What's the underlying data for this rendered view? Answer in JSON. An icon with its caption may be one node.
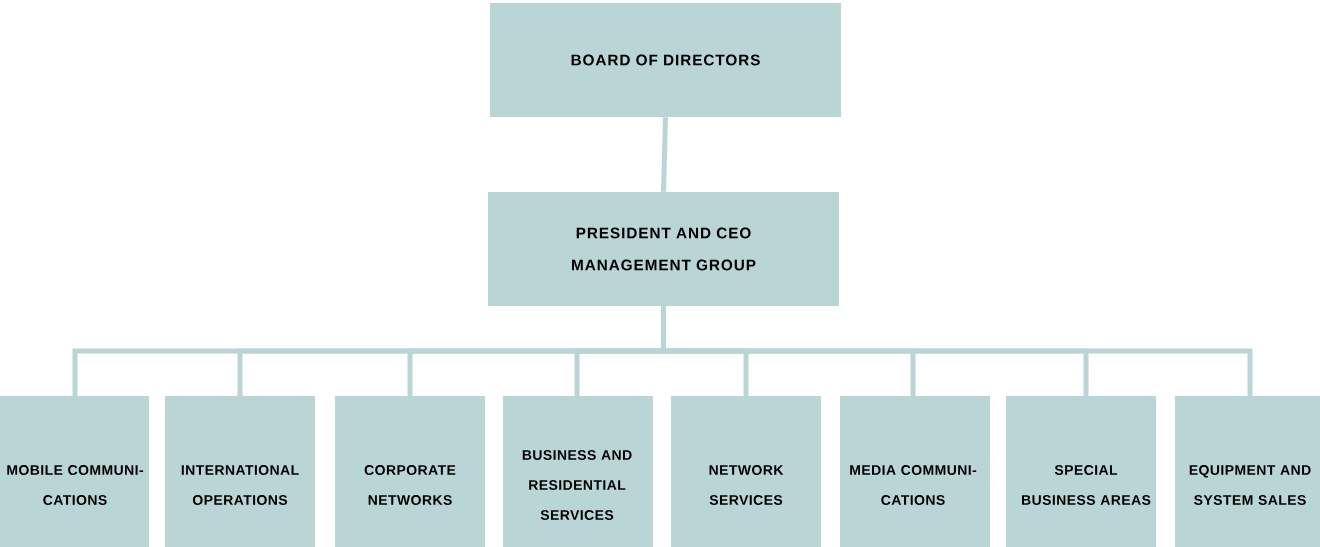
{
  "diagram": {
    "nodes": [
      {
        "text": [
          "BOARD OF DIRECTORS"
        ]
      },
      {
        "text": [
          "PRESIDENT AND CEO",
          "MANAGEMENT GROUP"
        ]
      },
      {
        "text": [
          "MOBILE COMMUNI- CATIONS"
        ]
      },
      {
        "text": [
          "INTERNATIONAL OPERATIONS"
        ]
      },
      {
        "text": [
          "CORPORATE NETWORKS"
        ]
      },
      {
        "text": [
          "BUSINESS AND RESIDENTIAL SERVICES"
        ]
      },
      {
        "text": [
          "NETWORK SERVICES"
        ]
      },
      {
        "text": [
          "MEDIA COMMUNI- CATIONS"
        ]
      },
      {
        "text": [
          "SPECIAL BUSINESS AREAS"
        ]
      },
      {
        "text": [
          "EQUIPMENT AND SYSTEM SALES"
        ]
      }
    ],
    "edges": [
      {
        "from": 0,
        "to": 1,
        "arrow": "none"
      },
      {
        "from": 1,
        "to": 2,
        "arrow": "none"
      },
      {
        "from": 1,
        "to": 3,
        "arrow": "none"
      },
      {
        "from": 1,
        "to": 4,
        "arrow": "none"
      },
      {
        "from": 1,
        "to": 5,
        "arrow": "none"
      },
      {
        "from": 1,
        "to": 6,
        "arrow": "none"
      },
      {
        "from": 1,
        "to": 7,
        "arrow": "none"
      },
      {
        "from": 1,
        "to": 8,
        "arrow": "none"
      },
      {
        "from": 1,
        "to": 9,
        "arrow": "none"
      }
    ]
  }
}
